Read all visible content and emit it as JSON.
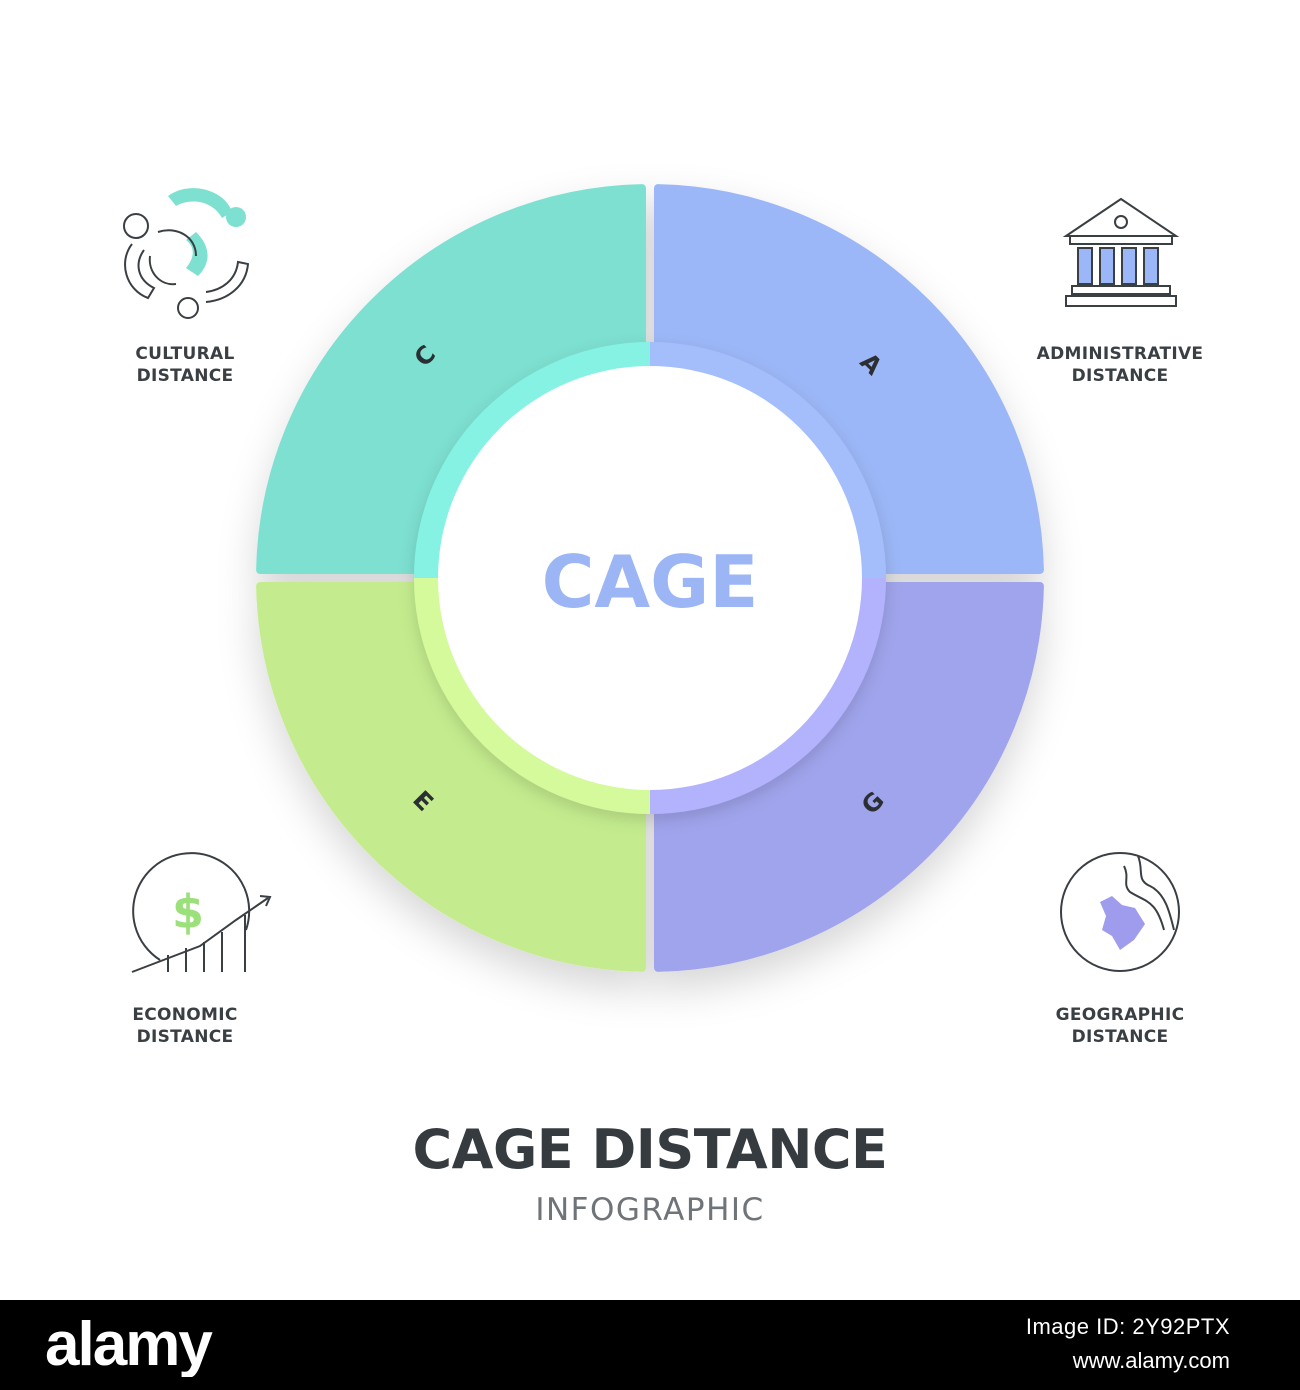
{
  "colors": {
    "cultural": "#7de0d1",
    "administrative": "#9cb7f7",
    "economic": "#c4ec8e",
    "geographic": "#a0a4ec",
    "ring_cultural": "#86f2e4",
    "ring_administrative": "#a4bdfb",
    "ring_economic": "#d4fa9c",
    "ring_geographic": "#b2b3fc",
    "center_text": "#9bb5f5",
    "title": "#363b40"
  },
  "center": {
    "text": "CAGE"
  },
  "segments": [
    {
      "letter": "C",
      "label_line1": "CULTURAL",
      "label_line2": "DISTANCE",
      "icon": "people-circle-icon"
    },
    {
      "letter": "A",
      "label_line1": "ADMINISTRATIVE",
      "label_line2": "DISTANCE",
      "icon": "government-building-icon"
    },
    {
      "letter": "E",
      "label_line1": "ECONOMIC",
      "label_line2": "DISTANCE",
      "icon": "dollar-growth-chart-icon"
    },
    {
      "letter": "G",
      "label_line1": "GEOGRAPHIC",
      "label_line2": "DISTANCE",
      "icon": "globe-map-icon"
    }
  ],
  "title": "CAGE DISTANCE",
  "subtitle": "INFOGRAPHIC",
  "watermark": {
    "logo_text": "alamy",
    "image_id": "Image ID: 2Y92PTX",
    "url": "www.alamy.com"
  }
}
